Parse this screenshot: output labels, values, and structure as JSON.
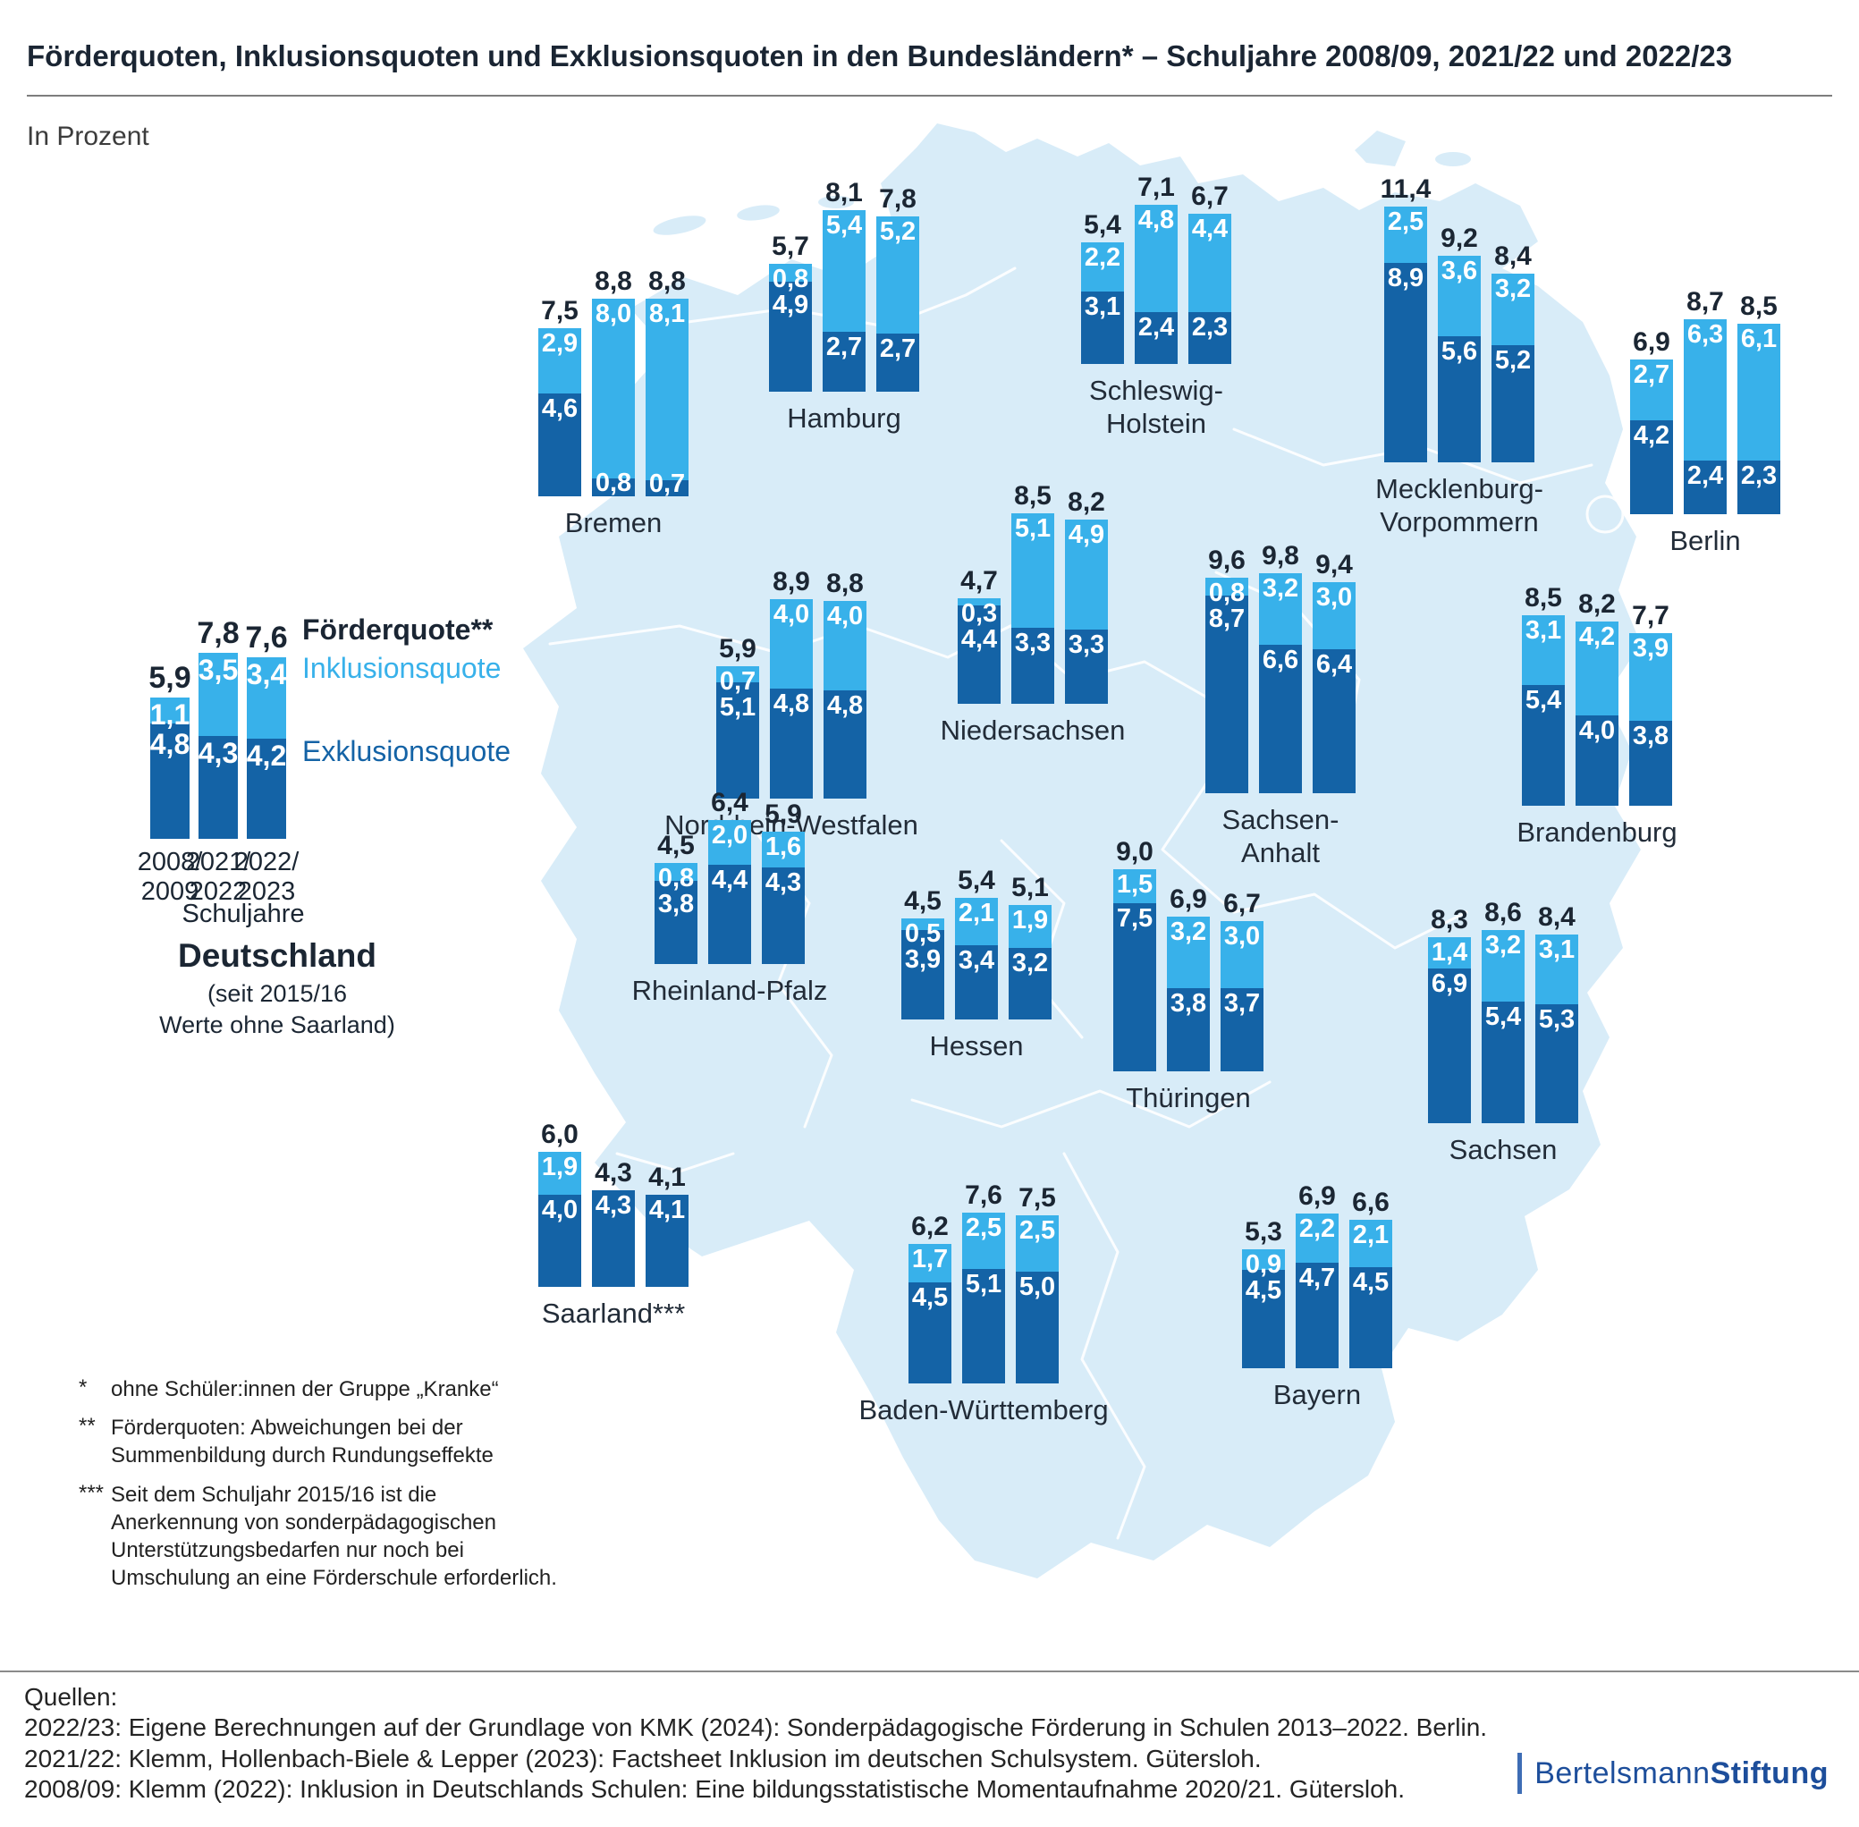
{
  "title": "Förderquoten, Inklusionsquoten und Exklusionsquoten in den Bundesländern* – Schuljahre 2008/09, 2021/22 und 2022/23",
  "unit_label": "In Prozent",
  "legend": {
    "foerderquote": "Förderquote**",
    "inklusionsquote": "Inklusionsquote",
    "exklusionsquote": "Exklusionsquote"
  },
  "colors": {
    "inclusion": "#38b1ea",
    "exclusion": "#1463a6",
    "map_fill": "#d8ecf8",
    "map_border": "#ffffff",
    "dark_text": "#1b2633",
    "logo_blue": "#1d4e9b"
  },
  "chart_data": {
    "type": "bar",
    "stacked": true,
    "value_unit": "percent",
    "years": [
      "2008/09",
      "2021/22",
      "2022/23"
    ],
    "germany": {
      "name": "Deutschland",
      "note": "(seit 2015/16\nWerte ohne Saarland)",
      "axis_label": "Schuljahre",
      "year_labels": [
        [
          "2008/",
          "2009"
        ],
        [
          "2021/",
          "2022"
        ],
        [
          "2022/",
          "2023"
        ]
      ],
      "bars": [
        {
          "total": "5,9",
          "inklusion": "1,1",
          "exklusion": "4,8"
        },
        {
          "total": "7,8",
          "inklusion": "3,5",
          "exklusion": "4,3"
        },
        {
          "total": "7,6",
          "inklusion": "3,4",
          "exklusion": "4,2"
        }
      ]
    },
    "states": [
      {
        "id": "bremen",
        "name": "Bremen",
        "bars": [
          {
            "total": "7,5",
            "inklusion": "2,9",
            "exklusion": "4,6"
          },
          {
            "total": "8,8",
            "inklusion": "8,0",
            "exklusion": "0,8"
          },
          {
            "total": "8,8",
            "inklusion": "8,1",
            "exklusion": "0,7"
          }
        ]
      },
      {
        "id": "hamburg",
        "name": "Hamburg",
        "bars": [
          {
            "total": "5,7",
            "inklusion": "0,8",
            "exklusion": "4,9"
          },
          {
            "total": "8,1",
            "inklusion": "5,4",
            "exklusion": "2,7"
          },
          {
            "total": "7,8",
            "inklusion": "5,2",
            "exklusion": "2,7"
          }
        ]
      },
      {
        "id": "schleswig-holstein",
        "name": "Schleswig-\nHolstein",
        "bars": [
          {
            "total": "5,4",
            "inklusion": "2,2",
            "exklusion": "3,1"
          },
          {
            "total": "7,1",
            "inklusion": "4,8",
            "exklusion": "2,4"
          },
          {
            "total": "6,7",
            "inklusion": "4,4",
            "exklusion": "2,3"
          }
        ]
      },
      {
        "id": "mecklenburg-vorpommern",
        "name": "Mecklenburg-\nVorpommern",
        "bars": [
          {
            "total": "11,4",
            "inklusion": "2,5",
            "exklusion": "8,9"
          },
          {
            "total": "9,2",
            "inklusion": "3,6",
            "exklusion": "5,6"
          },
          {
            "total": "8,4",
            "inklusion": "3,2",
            "exklusion": "5,2"
          }
        ]
      },
      {
        "id": "berlin",
        "name": "Berlin",
        "bars": [
          {
            "total": "6,9",
            "inklusion": "2,7",
            "exklusion": "4,2"
          },
          {
            "total": "8,7",
            "inklusion": "6,3",
            "exklusion": "2,4"
          },
          {
            "total": "8,5",
            "inklusion": "6,1",
            "exklusion": "2,3"
          }
        ]
      },
      {
        "id": "nordrhein-westfalen",
        "name": "Nordrhein-Westfalen",
        "bars": [
          {
            "total": "5,9",
            "inklusion": "0,7",
            "exklusion": "5,1"
          },
          {
            "total": "8,9",
            "inklusion": "4,0",
            "exklusion": "4,8"
          },
          {
            "total": "8,8",
            "inklusion": "4,0",
            "exklusion": "4,8"
          }
        ]
      },
      {
        "id": "niedersachsen",
        "name": "Niedersachsen",
        "bars": [
          {
            "total": "4,7",
            "inklusion": "0,3",
            "exklusion": "4,4"
          },
          {
            "total": "8,5",
            "inklusion": "5,1",
            "exklusion": "3,3"
          },
          {
            "total": "8,2",
            "inklusion": "4,9",
            "exklusion": "3,3"
          }
        ]
      },
      {
        "id": "sachsen-anhalt",
        "name": "Sachsen-\nAnhalt",
        "bars": [
          {
            "total": "9,6",
            "inklusion": "0,8",
            "exklusion": "8,7"
          },
          {
            "total": "9,8",
            "inklusion": "3,2",
            "exklusion": "6,6"
          },
          {
            "total": "9,4",
            "inklusion": "3,0",
            "exklusion": "6,4"
          }
        ]
      },
      {
        "id": "brandenburg",
        "name": "Brandenburg",
        "bars": [
          {
            "total": "8,5",
            "inklusion": "3,1",
            "exklusion": "5,4"
          },
          {
            "total": "8,2",
            "inklusion": "4,2",
            "exklusion": "4,0"
          },
          {
            "total": "7,7",
            "inklusion": "3,9",
            "exklusion": "3,8"
          }
        ]
      },
      {
        "id": "rheinland-pfalz",
        "name": "Rheinland-Pfalz",
        "bars": [
          {
            "total": "4,5",
            "inklusion": "0,8",
            "exklusion": "3,8"
          },
          {
            "total": "6,4",
            "inklusion": "2,0",
            "exklusion": "4,4"
          },
          {
            "total": "5,9",
            "inklusion": "1,6",
            "exklusion": "4,3"
          }
        ]
      },
      {
        "id": "hessen",
        "name": "Hessen",
        "bars": [
          {
            "total": "4,5",
            "inklusion": "0,5",
            "exklusion": "3,9"
          },
          {
            "total": "5,4",
            "inklusion": "2,1",
            "exklusion": "3,4"
          },
          {
            "total": "5,1",
            "inklusion": "1,9",
            "exklusion": "3,2"
          }
        ]
      },
      {
        "id": "thueringen",
        "name": "Thüringen",
        "bars": [
          {
            "total": "9,0",
            "inklusion": "1,5",
            "exklusion": "7,5"
          },
          {
            "total": "6,9",
            "inklusion": "3,2",
            "exklusion": "3,8"
          },
          {
            "total": "6,7",
            "inklusion": "3,0",
            "exklusion": "3,7"
          }
        ]
      },
      {
        "id": "sachsen",
        "name": "Sachsen",
        "bars": [
          {
            "total": "8,3",
            "inklusion": "1,4",
            "exklusion": "6,9"
          },
          {
            "total": "8,6",
            "inklusion": "3,2",
            "exklusion": "5,4"
          },
          {
            "total": "8,4",
            "inklusion": "3,1",
            "exklusion": "5,3"
          }
        ]
      },
      {
        "id": "saarland",
        "name": "Saarland***",
        "bars": [
          {
            "total": "6,0",
            "inklusion": "1,9",
            "exklusion": "4,0"
          },
          {
            "total": "4,3",
            "inklusion": null,
            "exklusion": "4,3"
          },
          {
            "total": "4,1",
            "inklusion": null,
            "exklusion": "4,1"
          }
        ]
      },
      {
        "id": "baden-wuerttemberg",
        "name": "Baden-Württemberg",
        "bars": [
          {
            "total": "6,2",
            "inklusion": "1,7",
            "exklusion": "4,5"
          },
          {
            "total": "7,6",
            "inklusion": "2,5",
            "exklusion": "5,1"
          },
          {
            "total": "7,5",
            "inklusion": "2,5",
            "exklusion": "5,0"
          }
        ]
      },
      {
        "id": "bayern",
        "name": "Bayern",
        "bars": [
          {
            "total": "5,3",
            "inklusion": "0,9",
            "exklusion": "4,5"
          },
          {
            "total": "6,9",
            "inklusion": "2,2",
            "exklusion": "4,7"
          },
          {
            "total": "6,6",
            "inklusion": "2,1",
            "exklusion": "4,5"
          }
        ]
      }
    ]
  },
  "footnotes": [
    {
      "marker": "*",
      "text": "ohne Schüler:innen der Gruppe „Kranke“"
    },
    {
      "marker": "**",
      "text": "Förderquoten: Abweichungen bei der Summenbildung durch Rundungseffekte"
    },
    {
      "marker": "***",
      "text": "Seit dem Schuljahr 2015/16 ist die Anerkennung von sonderpädagogischen Unterstützungsbedarfen nur noch bei Umschulung an eine Förderschule erforderlich."
    }
  ],
  "sources": {
    "heading": "Quellen:",
    "lines": [
      "2022/23: Eigene Berechnungen auf der Grundlage von KMK (2024): Sonderpädagogische Förderung in Schulen 2013–2022. Berlin.",
      "2021/22: Klemm, Hollenbach-Biele & Lepper (2023): Factsheet Inklusion im deutschen Schulsystem. Gütersloh.",
      "2008/09: Klemm (2022): Inklusion in Deutschlands Schulen: Eine bildungsstatistische Momentaufnahme 2020/21. Gütersloh."
    ]
  },
  "logo": {
    "text_regular": "Bertelsmann",
    "text_bold": "Stiftung"
  }
}
